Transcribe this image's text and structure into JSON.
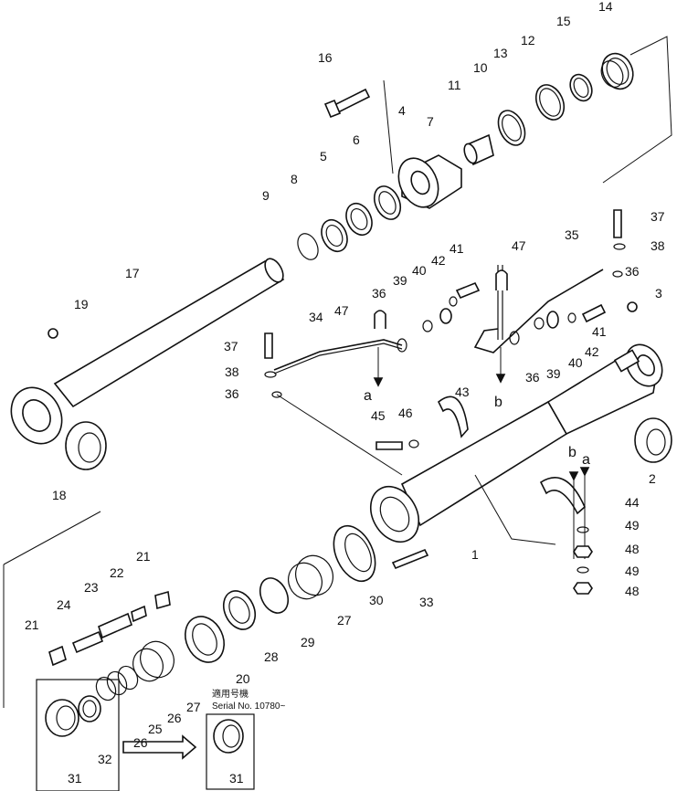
{
  "diagram": {
    "labels": [
      {
        "id": "p1",
        "text": "1"
      },
      {
        "id": "p2",
        "text": "2"
      },
      {
        "id": "p3",
        "text": "3"
      },
      {
        "id": "p4",
        "text": "4"
      },
      {
        "id": "p5",
        "text": "5"
      },
      {
        "id": "p6",
        "text": "6"
      },
      {
        "id": "p7",
        "text": "7"
      },
      {
        "id": "p8",
        "text": "8"
      },
      {
        "id": "p9",
        "text": "9"
      },
      {
        "id": "p10",
        "text": "10"
      },
      {
        "id": "p11",
        "text": "11"
      },
      {
        "id": "p12",
        "text": "12"
      },
      {
        "id": "p13",
        "text": "13"
      },
      {
        "id": "p14",
        "text": "14"
      },
      {
        "id": "p15",
        "text": "15"
      },
      {
        "id": "p16",
        "text": "16"
      },
      {
        "id": "p17",
        "text": "17"
      },
      {
        "id": "p18",
        "text": "18"
      },
      {
        "id": "p19",
        "text": "19"
      },
      {
        "id": "p20",
        "text": "20"
      },
      {
        "id": "p21a",
        "text": "21"
      },
      {
        "id": "p21b",
        "text": "21"
      },
      {
        "id": "p22",
        "text": "22"
      },
      {
        "id": "p23",
        "text": "23"
      },
      {
        "id": "p24",
        "text": "24"
      },
      {
        "id": "p25",
        "text": "25"
      },
      {
        "id": "p26a",
        "text": "26"
      },
      {
        "id": "p26b",
        "text": "26"
      },
      {
        "id": "p27a",
        "text": "27"
      },
      {
        "id": "p27b",
        "text": "27"
      },
      {
        "id": "p28",
        "text": "28"
      },
      {
        "id": "p29",
        "text": "29"
      },
      {
        "id": "p30",
        "text": "30"
      },
      {
        "id": "p31a",
        "text": "31"
      },
      {
        "id": "p31b",
        "text": "31"
      },
      {
        "id": "p32",
        "text": "32"
      },
      {
        "id": "p33",
        "text": "33"
      },
      {
        "id": "p34",
        "text": "34"
      },
      {
        "id": "p35",
        "text": "35"
      },
      {
        "id": "p36a",
        "text": "36"
      },
      {
        "id": "p36b",
        "text": "36"
      },
      {
        "id": "p36c",
        "text": "36"
      },
      {
        "id": "p36d",
        "text": "36"
      },
      {
        "id": "p37a",
        "text": "37"
      },
      {
        "id": "p37b",
        "text": "37"
      },
      {
        "id": "p38a",
        "text": "38"
      },
      {
        "id": "p38b",
        "text": "38"
      },
      {
        "id": "p39a",
        "text": "39"
      },
      {
        "id": "p39b",
        "text": "39"
      },
      {
        "id": "p40a",
        "text": "40"
      },
      {
        "id": "p40b",
        "text": "40"
      },
      {
        "id": "p41a",
        "text": "41"
      },
      {
        "id": "p41b",
        "text": "41"
      },
      {
        "id": "p42a",
        "text": "42"
      },
      {
        "id": "p42b",
        "text": "42"
      },
      {
        "id": "p43",
        "text": "43"
      },
      {
        "id": "p44",
        "text": "44"
      },
      {
        "id": "p45",
        "text": "45"
      },
      {
        "id": "p46",
        "text": "46"
      },
      {
        "id": "p47a",
        "text": "47"
      },
      {
        "id": "p47b",
        "text": "47"
      },
      {
        "id": "p48a",
        "text": "48"
      },
      {
        "id": "p48b",
        "text": "48"
      },
      {
        "id": "p49a",
        "text": "49"
      },
      {
        "id": "p49b",
        "text": "49"
      },
      {
        "id": "la1",
        "text": "a"
      },
      {
        "id": "la2",
        "text": "a"
      },
      {
        "id": "lb1",
        "text": "b"
      },
      {
        "id": "lb2",
        "text": "b"
      }
    ],
    "serial_note": {
      "line1": "適用号機",
      "line2": "Serial No. 10780~"
    }
  }
}
